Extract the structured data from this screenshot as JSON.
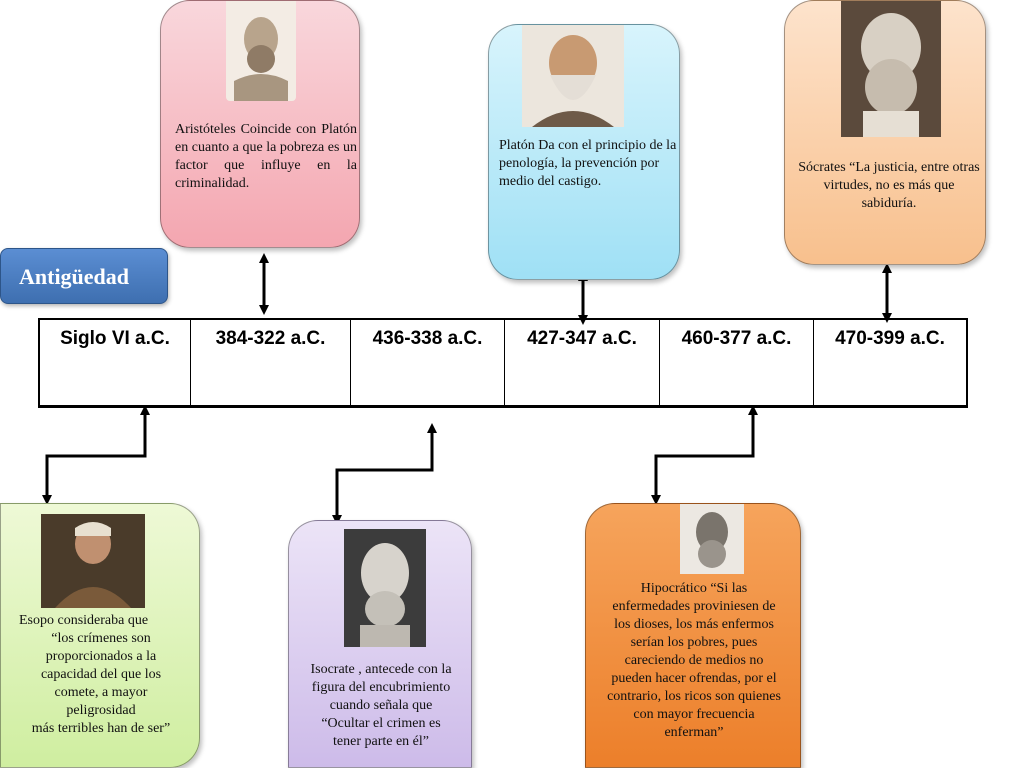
{
  "era_label": "Antigüedad",
  "timeline": [
    {
      "label": "Siglo VI a.C."
    },
    {
      "label": "384-322 a.C."
    },
    {
      "label": "436-338 a.C."
    },
    {
      "label": "427-347 a.C."
    },
    {
      "label": "460-377 a.C."
    },
    {
      "label": "470-399 a.C."
    }
  ],
  "cards": {
    "aristoteles": "Aristóteles Coincide con Platón en cuanto a que la pobreza es un factor que influye en la criminalidad.",
    "platon": "Platón Da con el principio de la penología, la prevención por medio del castigo.",
    "socrates": "Sócrates “La justicia, entre otras virtudes, no es más que sabiduría.",
    "esopo": [
      "Esopo consideraba que",
      "“los crímenes son",
      "proporcionados a la",
      "capacidad del que los",
      "comete, a mayor",
      "peligrosidad",
      "más terribles han de ser”"
    ],
    "isocrate": [
      "Isocrate , antecede con la",
      "figura del encubrimiento",
      "cuando señala que",
      "“Ocultar el crimen es",
      "tener parte en él”"
    ],
    "hipocratico": [
      "Hipocrático “Si las",
      "enfermedades proviniesen de",
      "los dioses, los más enfermos",
      "serían los pobres, pues",
      "careciendo de medios no",
      "pueden hacer ofrendas, por el",
      "contrario, los ricos son quienes",
      "con mayor frecuencia",
      "enferman”"
    ]
  },
  "colors": {
    "pink": "#f4a6b0",
    "blue": "#9fe0f5",
    "peach": "#f8c08d",
    "green": "#cfeea0",
    "purple": "#cdbbe9",
    "orange": "#ec7f2a",
    "badge": "#4a7cc0"
  }
}
